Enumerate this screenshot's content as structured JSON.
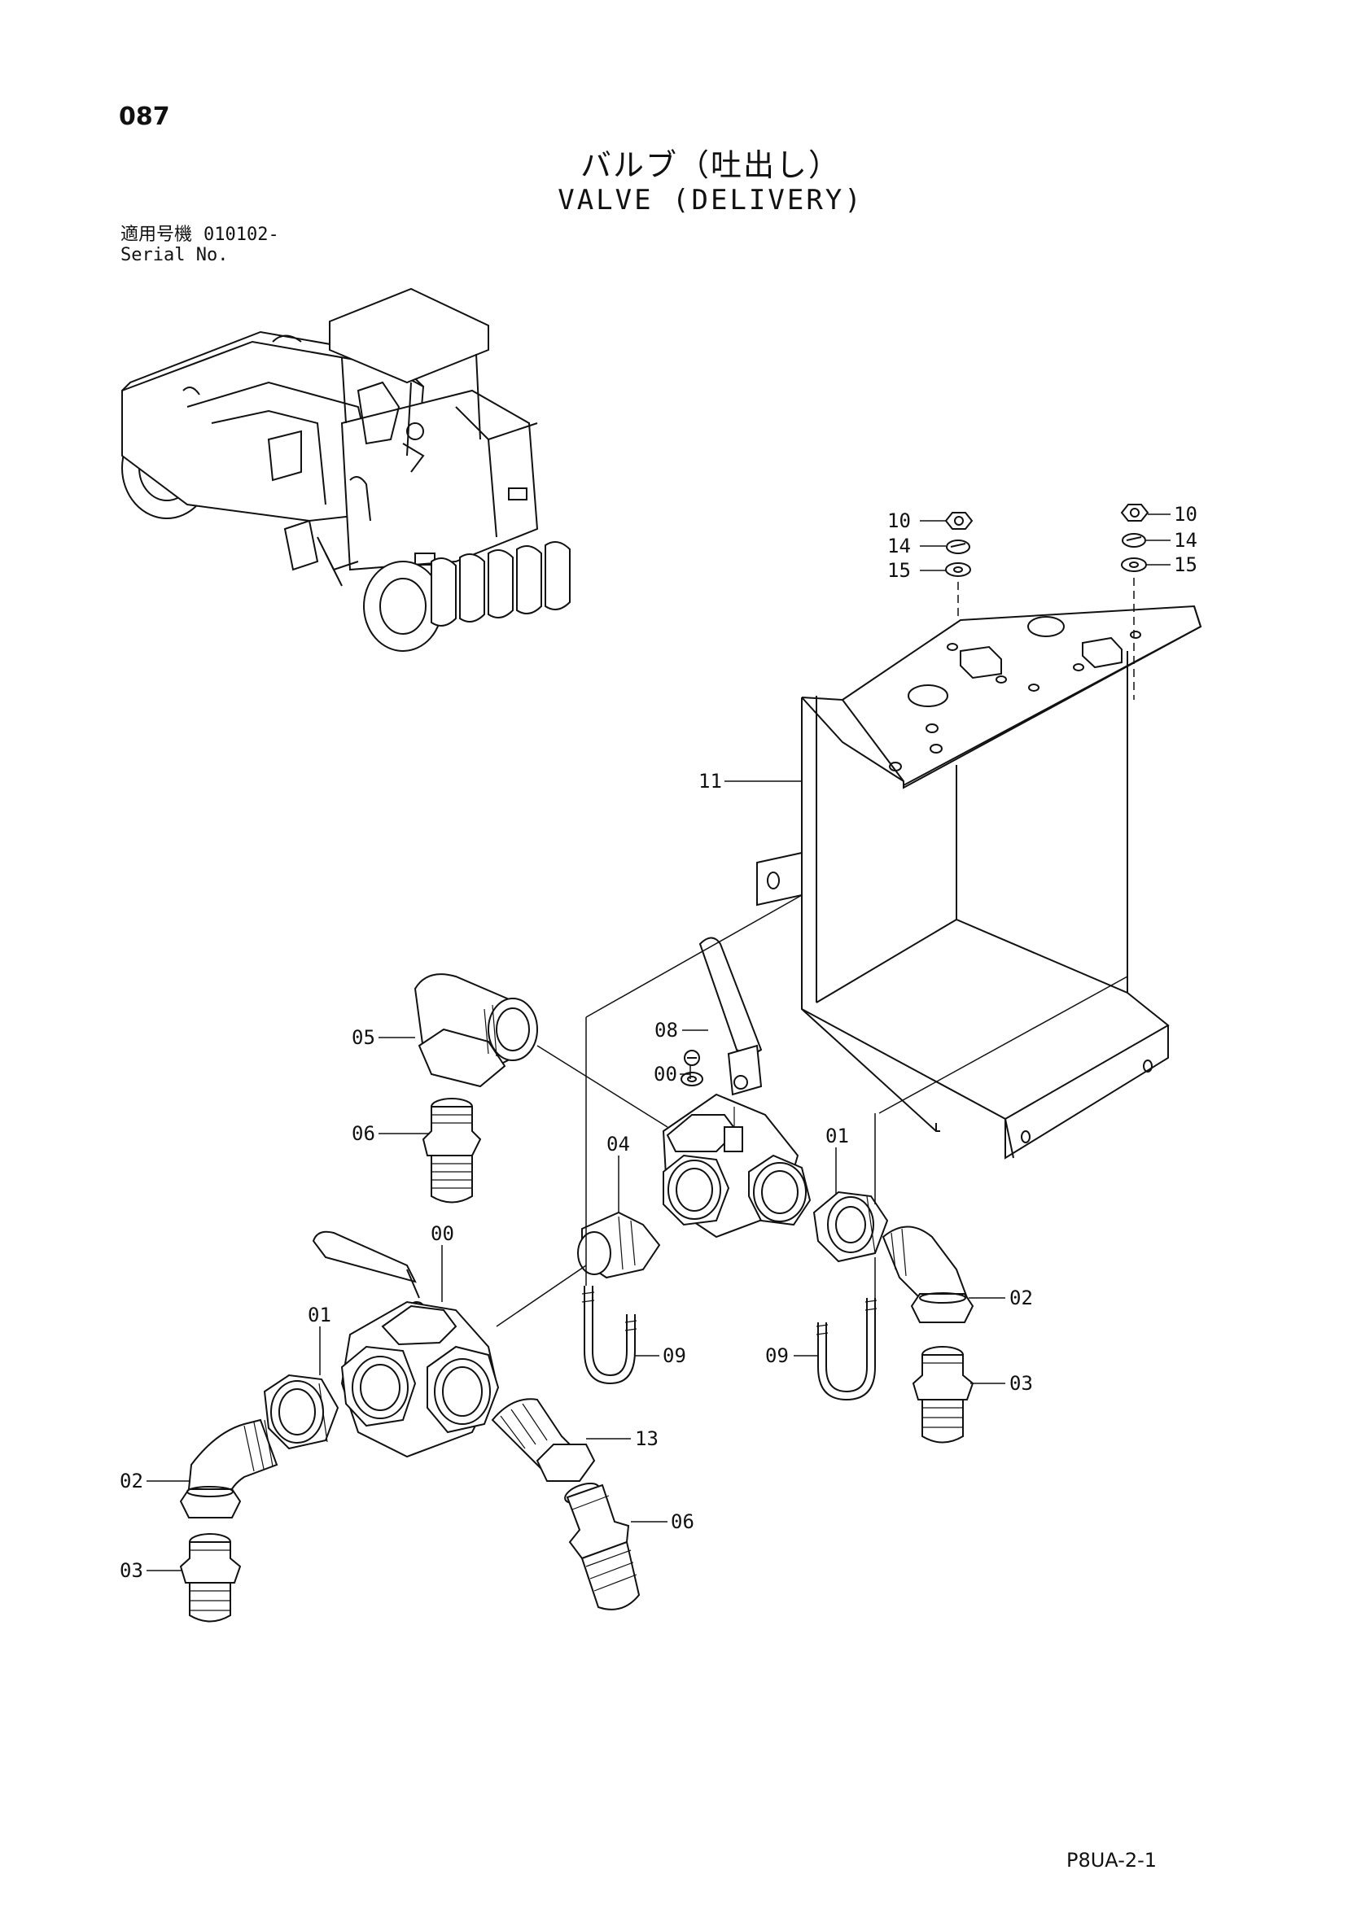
{
  "page": {
    "number": "087",
    "title_jp": "バルブ（吐出し）",
    "title_en": "VALVE (DELIVERY)",
    "serial_label_jp": "適用号機",
    "serial_range": "010102-",
    "serial_label_en": "Serial No.",
    "footer_code": "P8UA-2-1"
  },
  "callouts": [
    "10",
    "14",
    "15",
    "10",
    "14",
    "15",
    "11",
    "08",
    "00",
    "05",
    "06",
    "04",
    "01",
    "00",
    "01",
    "02",
    "09",
    "09",
    "03",
    "13",
    "06",
    "02",
    "03"
  ]
}
